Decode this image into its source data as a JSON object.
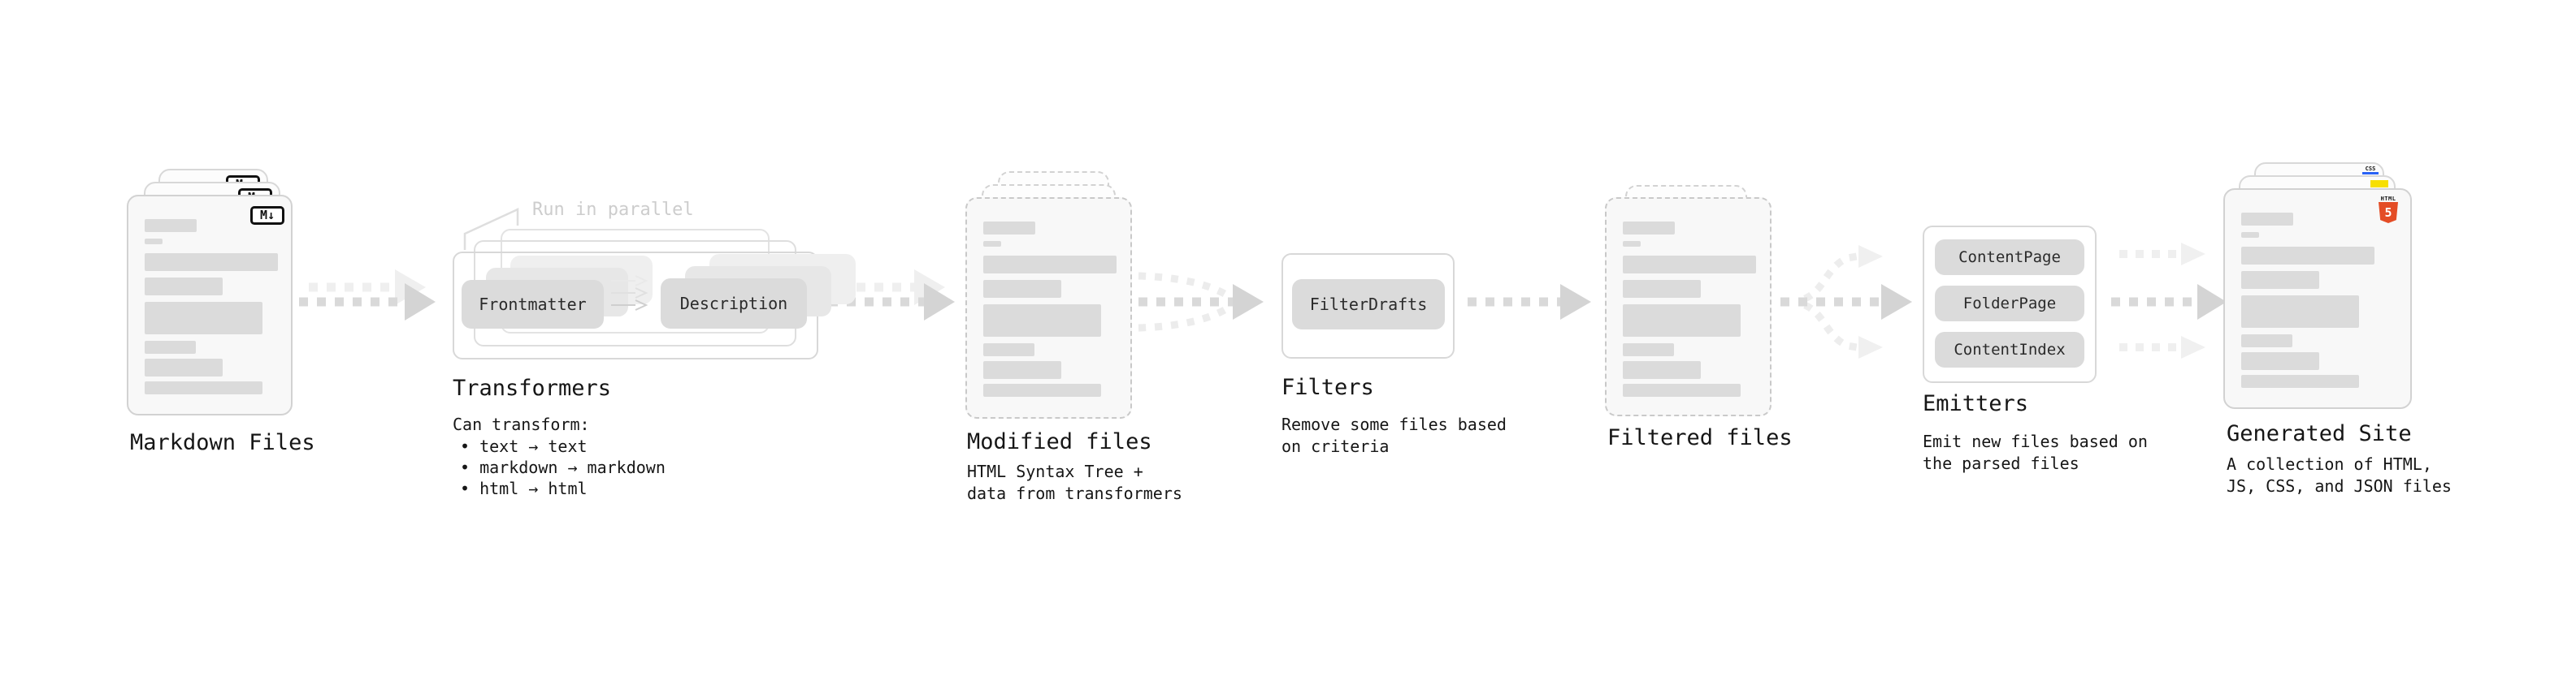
{
  "diagram": {
    "markdown": {
      "title": "Markdown Files",
      "badge": "M↓"
    },
    "transformers": {
      "note": "Run in parallel",
      "pill_frontmatter": "Frontmatter",
      "pill_description": "Description",
      "title": "Transformers",
      "subtitle": "Can transform:",
      "bullets": [
        "• text → text",
        "• markdown → markdown",
        "• html → html"
      ]
    },
    "modified": {
      "title": "Modified files",
      "caption_line1": "HTML Syntax Tree +",
      "caption_line2": "data from transformers"
    },
    "filters": {
      "pill": "FilterDrafts",
      "title": "Filters",
      "caption_line1": "Remove some files based",
      "caption_line2": "on criteria"
    },
    "filtered": {
      "title": "Filtered files"
    },
    "emitters": {
      "pills": [
        "ContentPage",
        "FolderPage",
        "ContentIndex"
      ],
      "title": "Emitters",
      "caption_line1": "Emit new files based on",
      "caption_line2": "the parsed files"
    },
    "generated": {
      "title": "Generated Site",
      "caption_line1": "A collection of HTML,",
      "caption_line2": "JS, CSS, and JSON files",
      "badge_css": "CSS",
      "badge_html_label": "HTML",
      "badge_html_number": "5"
    },
    "colors": {
      "html5_orange": "#e44d26",
      "js_yellow": "#f7df00",
      "css_blue": "#2962f5",
      "skeleton_gray": "#dbdbdb",
      "arrow_gray": "#d9d9d9",
      "arrow_light": "#efefef"
    }
  }
}
